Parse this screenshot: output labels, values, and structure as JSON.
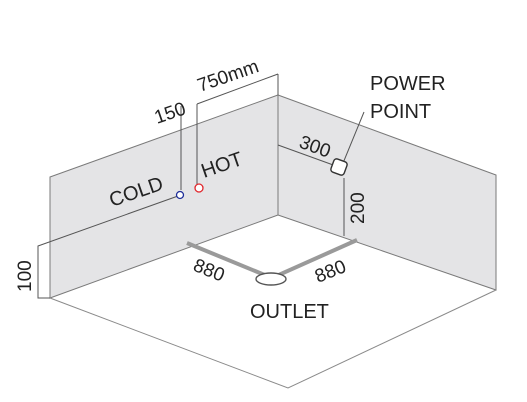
{
  "labels": {
    "cold": "COLD",
    "hot": "HOT",
    "power_line1": "POWER",
    "power_line2": "POINT",
    "outlet": "OUTLET"
  },
  "dimensions": {
    "top_span": "750mm",
    "tap_offset": "150",
    "power_offset": "300",
    "power_height": "200",
    "floor_left": "880",
    "floor_right": "880",
    "tap_height": "100"
  },
  "colors": {
    "wall": "#e4e4e6",
    "line": "#6e6e6e",
    "cold_marker": "#1f2f9a",
    "hot_marker": "#e0262c"
  }
}
